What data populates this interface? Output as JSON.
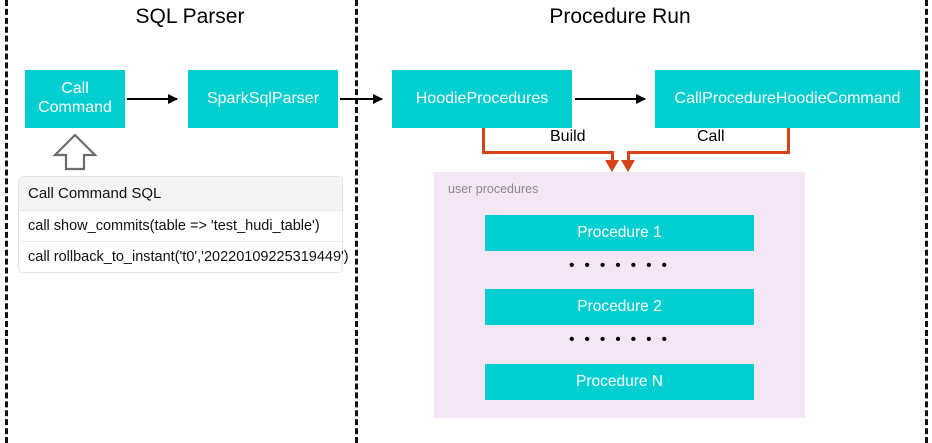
{
  "sections": {
    "left": {
      "title": "SQL Parser"
    },
    "right": {
      "title": "Procedure Run"
    }
  },
  "nodes": {
    "call_command": "Call\nCommand",
    "call_command_line1": "Call",
    "call_command_line2": "Command",
    "spark_sql_parser": "SparkSqlParser",
    "hoodie_procedures": "HoodieProcedures",
    "call_procedure_hoodie_command": "CallProcedureHoodieCommand"
  },
  "edges": {
    "build_label": "Build",
    "call_label": "Call"
  },
  "sql_table": {
    "header": "Call Command SQL",
    "rows": [
      "call show_commits(table => 'test_hudi_table')",
      "call rollback_to_instant('t0','20220109225319449')"
    ]
  },
  "procedures_panel": {
    "caption": "user procedures",
    "items": [
      "Procedure 1",
      "Procedure 2",
      "Procedure N"
    ],
    "ellipsis": "• • • • • • •"
  },
  "colors": {
    "node_fill": "#00CED1",
    "node_text": "#FFFFFF",
    "panel_fill": "#F4E6F4",
    "connector_orange": "#D84315",
    "divider": "#111111",
    "caption_gray": "#8A8A8A",
    "table_header_fill": "#F4F4F4"
  }
}
